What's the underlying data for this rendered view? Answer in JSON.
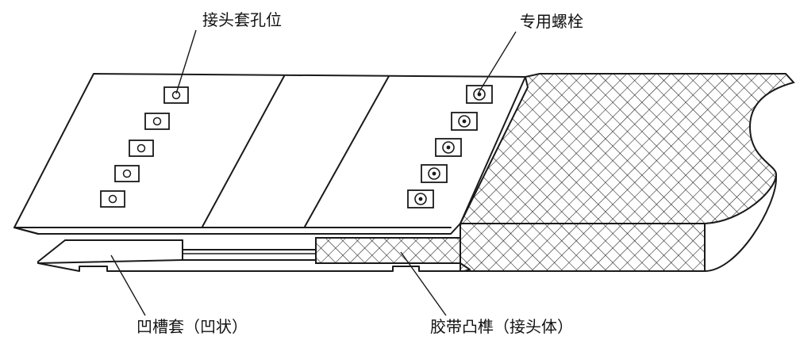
{
  "labels": {
    "joint_sleeve_hole": "接头套孔位",
    "special_bolt": "专用螺栓",
    "groove_sleeve": "凹槽套（凹状）",
    "belt_tenon": "胶带凸榫（接头体）"
  },
  "colors": {
    "line": "#1a1a1a",
    "background": "#ffffff"
  },
  "hole_count_left": 5,
  "bolt_count_right": 5
}
